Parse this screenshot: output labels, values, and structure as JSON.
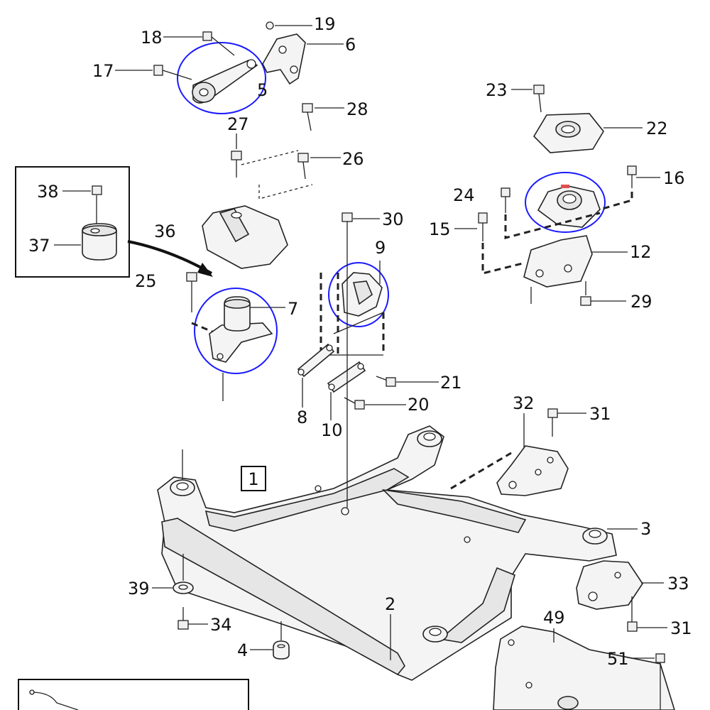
{
  "highlight_color": "#1a1aff",
  "marker_color": "#e05050",
  "figure_marker": "1",
  "callouts": {
    "c2": "2",
    "c3": "3",
    "c4": "4",
    "c5": "5",
    "c6": "6",
    "c7": "7",
    "c8": "8",
    "c9": "9",
    "c10": "10",
    "c12": "12",
    "c15": "15",
    "c16": "16",
    "c17": "17",
    "c18": "18",
    "c19": "19",
    "c20": "20",
    "c21": "21",
    "c22": "22",
    "c23": "23",
    "c24": "24",
    "c25": "25",
    "c26": "26",
    "c27": "27",
    "c28": "28",
    "c29": "29",
    "c30": "30",
    "c31a": "31",
    "c31b": "31",
    "c32": "32",
    "c33": "33",
    "c34": "34",
    "c36": "36",
    "c37": "37",
    "c38": "38",
    "c39": "39",
    "c49": "49",
    "c51": "51"
  }
}
